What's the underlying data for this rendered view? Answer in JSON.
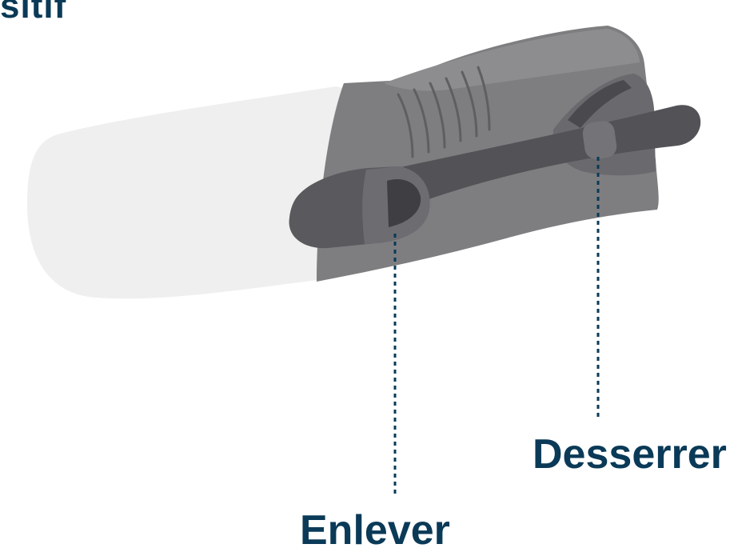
{
  "title_fragment": "sitif",
  "labels": {
    "desserrer": "Desserrer",
    "enlever": "Enlever"
  },
  "colors": {
    "label_text": "#0a3a57",
    "leader_line": "#0a3a57",
    "sleeve": "#efefef",
    "body": "#7e7e81",
    "body_dark": "#5c5c60",
    "handle": "#4f4f53",
    "clamp": "#6a6a6e"
  }
}
